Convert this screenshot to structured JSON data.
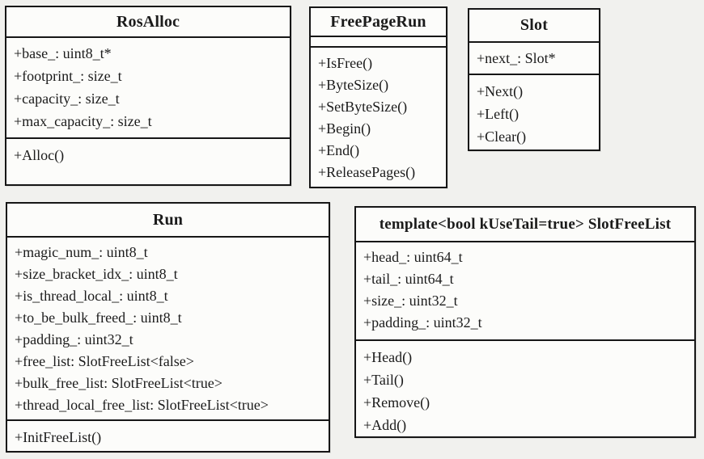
{
  "colors": {
    "page_background": "#f1f1ee",
    "box_background": "#fcfcfa",
    "border": "#161616",
    "text": "#1b1b1b"
  },
  "classes": {
    "rosalloc": {
      "title": "RosAlloc",
      "attributes": [
        "+base_: uint8_t*",
        "+footprint_: size_t",
        "+capacity_: size_t",
        "+max_capacity_: size_t"
      ],
      "methods": [
        "+Alloc()"
      ]
    },
    "freepagerun": {
      "title": "FreePageRun",
      "attributes": [],
      "methods": [
        "+IsFree()",
        "+ByteSize()",
        "+SetByteSize()",
        "+Begin()",
        "+End()",
        "+ReleasePages()"
      ]
    },
    "slot": {
      "title": "Slot",
      "attributes": [
        "+next_: Slot*"
      ],
      "methods": [
        "+Next()",
        "+Left()",
        "+Clear()"
      ]
    },
    "run": {
      "title": "Run",
      "attributes": [
        "+magic_num_: uint8_t",
        "+size_bracket_idx_: uint8_t",
        "+is_thread_local_: uint8_t",
        "+to_be_bulk_freed_: uint8_t",
        "+padding_: uint32_t",
        "+free_list: SlotFreeList<false>",
        "+bulk_free_list: SlotFreeList<true>",
        "+thread_local_free_list: SlotFreeList<true>"
      ],
      "methods": [
        "+InitFreeList()"
      ]
    },
    "slotfreelist": {
      "title": "template<bool kUseTail=true> SlotFreeList",
      "attributes": [
        "+head_: uint64_t",
        "+tail_: uint64_t",
        "+size_: uint32_t",
        "+padding_: uint32_t"
      ],
      "methods": [
        "+Head()",
        "+Tail()",
        "+Remove()",
        "+Add()"
      ]
    }
  }
}
